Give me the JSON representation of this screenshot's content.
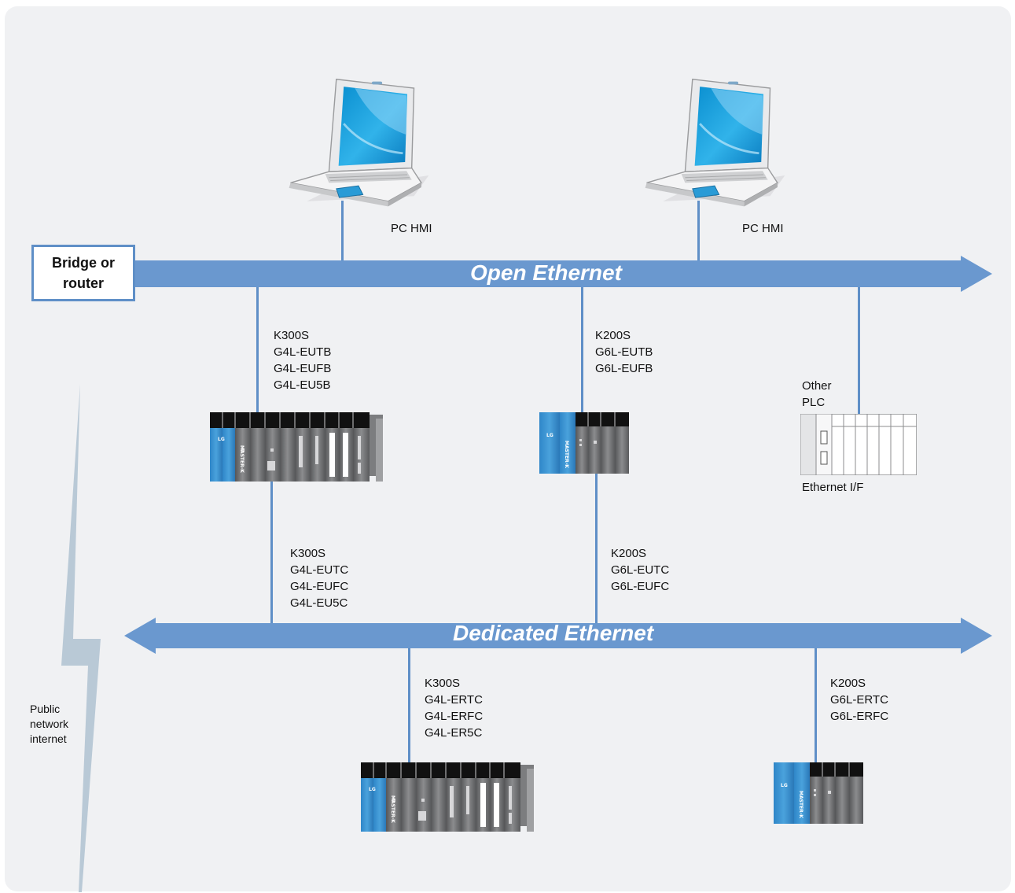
{
  "colors": {
    "background": "#f0f1f3",
    "bus": "#6a98cf",
    "link": "#5f8fc7",
    "lightning": "#b9c9d6",
    "module_blue": "#3c8fcf",
    "module_gray": "#6d6e70"
  },
  "bridge": {
    "label": "Bridge or\nrouter"
  },
  "open_bus": {
    "title": "Open Ethernet"
  },
  "dedicated_bus": {
    "title": "Dedicated Ethernet"
  },
  "pc_hmi": [
    {
      "label": "PC HMI",
      "icon": "laptop-icon"
    },
    {
      "label": "PC HMI",
      "icon": "laptop-icon"
    }
  ],
  "open_nodes": [
    {
      "label": "K300S\nG4L-EUTB\nG4L-EUFB\nG4L-EU5B"
    },
    {
      "label": "K200S\nG6L-EUTB\nG6L-EUFB"
    }
  ],
  "other_plc": {
    "label": "Other\nPLC",
    "interface_label": "Ethernet I/F"
  },
  "dedicated_links": [
    {
      "label": "K300S\nG4L-EUTC\nG4L-EUFC\nG4L-EU5C"
    },
    {
      "label": "K200S\nG6L-EUTC\nG6L-EUFC"
    }
  ],
  "dedicated_nodes": [
    {
      "label": "K300S\nG4L-ERTC\nG4L-ERFC\nG4L-ER5C"
    },
    {
      "label": "K200S\nG6L-ERTC\nG6L-ERFC"
    }
  ],
  "public_network": {
    "label": "Public\nnetwork\ninternet"
  },
  "plc_brand": {
    "series_text": "MASTER-K",
    "logo_text": "LG"
  }
}
